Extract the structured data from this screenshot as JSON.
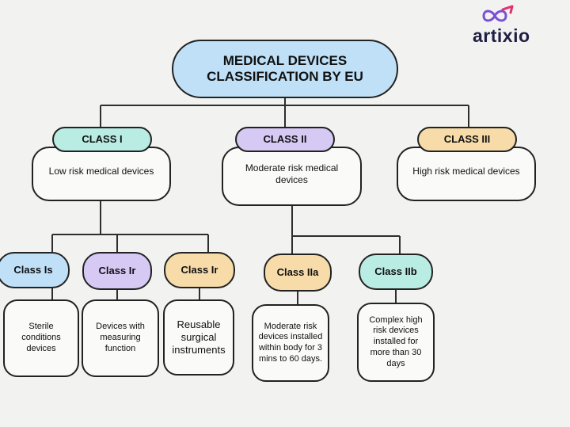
{
  "brand": {
    "name": "artixio"
  },
  "title": "MEDICAL DEVICES CLASSIFICATION BY EU",
  "classes": [
    {
      "label": "CLASS I",
      "description": "Low risk medical devices",
      "color": "#b9ece3"
    },
    {
      "label": "CLASS II",
      "description": "Moderate risk medical devices",
      "color": "#d6c9f4"
    },
    {
      "label": "CLASS III",
      "description": "High risk medical devices",
      "color": "#f7dcaa"
    }
  ],
  "subclasses": [
    {
      "label": "Class Is",
      "description": "Sterile conditions devices",
      "color": "#bfe0f7"
    },
    {
      "label": "Class Ir",
      "description": "Devices with measuring function",
      "color": "#d6c9f4"
    },
    {
      "label": "Class Ir",
      "description": "Reusable surgical instruments",
      "color": "#f7dcaa"
    },
    {
      "label": "Class IIa",
      "description": "Moderate risk devices installed within body for 3 mins to 60 days.",
      "color": "#f7dcaa"
    },
    {
      "label": "Class IIb",
      "description": "Complex high risk devices installed for more than 30 days",
      "color": "#b9ece3"
    }
  ],
  "colors": {
    "title_fill": "#bfe0f7",
    "background": "#f2f2f0",
    "logo_accent": "#e0336e",
    "logo_text": "#1f1f44"
  }
}
